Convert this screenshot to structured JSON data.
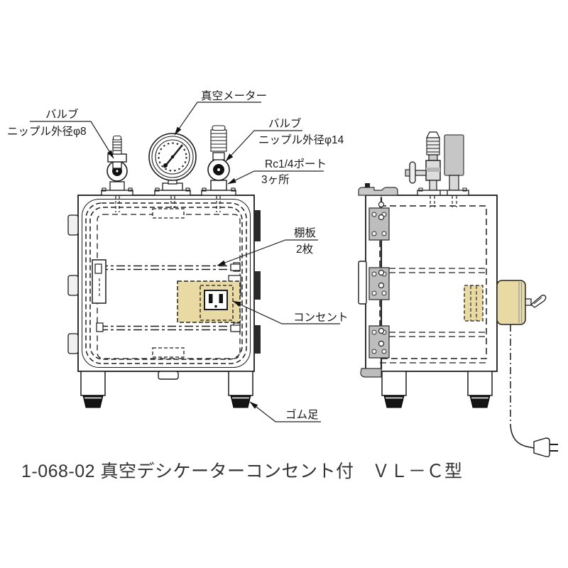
{
  "diagram": {
    "caption": "1-068-02 真空デシケーターコンセント付　ＶＬ－Ｃ型",
    "labels": {
      "vacuum_meter": "真空メーター",
      "valve_left": {
        "line1": "バルブ",
        "line2": "ニップル外径φ8"
      },
      "valve_right": {
        "line1": "バルブ",
        "line2": "ニップル外径φ14"
      },
      "port": {
        "line1": "Rc1/4ポート",
        "line2": "3ヶ所"
      },
      "shelf": {
        "line1": "棚板",
        "line2": "2枚"
      },
      "outlet": "コンセント",
      "rubber_foot": "ゴム足"
    },
    "colors": {
      "line": "#1c1c1c",
      "beige": "#e9d9a2",
      "gray": "#c6c6c6",
      "pad_black": "#141414",
      "text": "#1a1a1a"
    }
  }
}
